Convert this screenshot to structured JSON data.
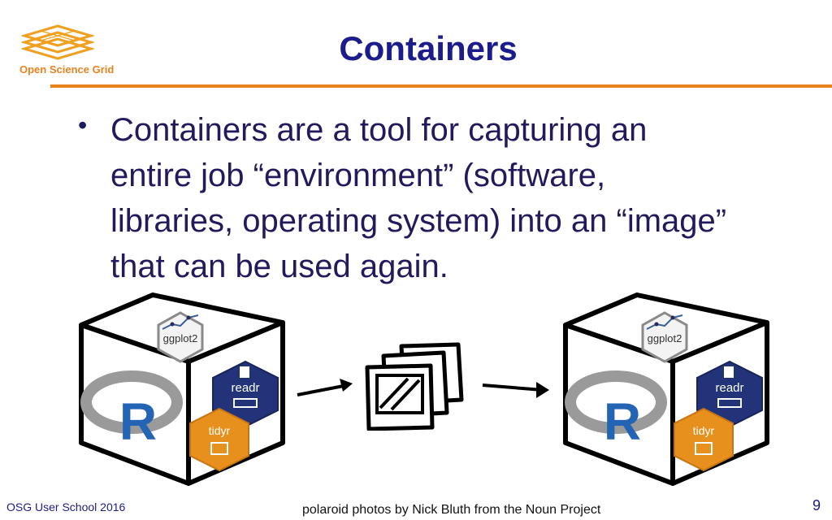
{
  "logo": {
    "text": "Open Science Grid",
    "icon": "osg-stacked-grid-logo"
  },
  "slide": {
    "title": "Containers",
    "bullets": [
      "Containers are a tool for capturing an entire job “environment” (software, libraries, operating system) into an “image” that can be used again."
    ]
  },
  "diagram": {
    "left_cube": {
      "hex_top": "ggplot2",
      "hex_right": "readr",
      "hex_bottom": "tidyr",
      "logo_letter": "R"
    },
    "right_cube": {
      "hex_top": "ggplot2",
      "hex_right": "readr",
      "hex_bottom": "tidyr",
      "logo_letter": "R"
    },
    "middle_icon": "polaroid-photos-icon",
    "arrows": [
      "right-arrow-icon",
      "right-arrow-icon"
    ]
  },
  "footer": {
    "left": "OSG User School 2016",
    "center": "polaroid photos by Nick Bluth from the Noun Project",
    "page_number": "9"
  },
  "colors": {
    "accent_orange": "#e8821e",
    "title_blue": "#1c1c8c",
    "readr_blue": "#22337a",
    "tidyr_orange": "#e8901e"
  }
}
